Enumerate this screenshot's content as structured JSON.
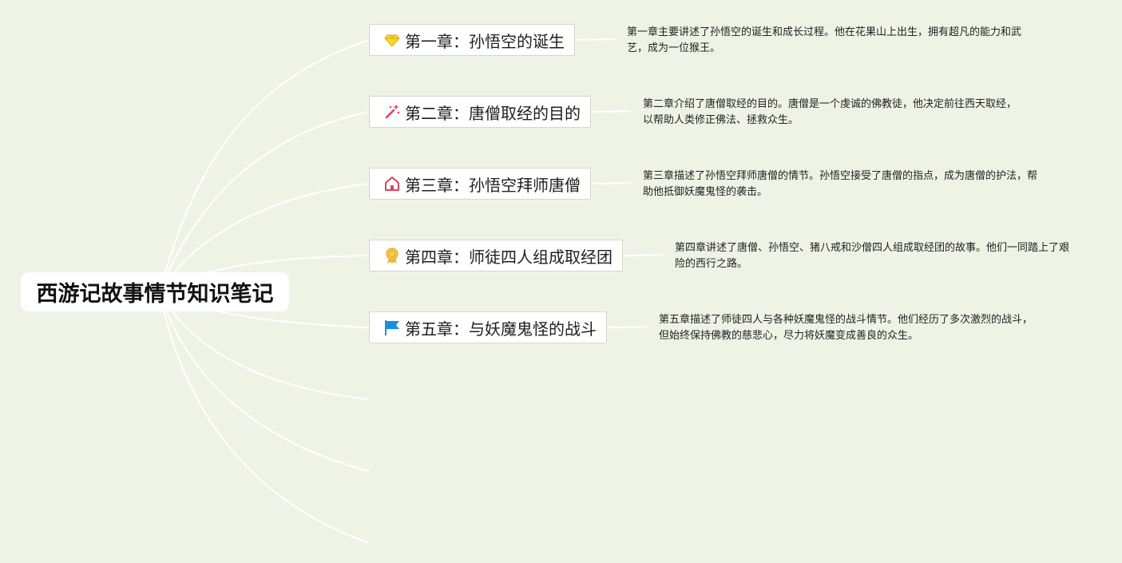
{
  "mindmap": {
    "root": "西游记故事情节知识笔记",
    "chapters": [
      {
        "title": "第一章：孙悟空的诞生",
        "icon": "diamond-icon",
        "note": "第一章主要讲述了孙悟空的诞生和成长过程。他在花果山上出生，拥有超凡的能力和武艺，成为一位猴王。"
      },
      {
        "title": "第二章：唐僧取经的目的",
        "icon": "magic-wand-icon",
        "note": "第二章介绍了唐僧取经的目的。唐僧是一个虔诚的佛教徒，他决定前往西天取经，以帮助人类修正佛法、拯救众生。"
      },
      {
        "title": "第三章：孙悟空拜师唐僧",
        "icon": "house-icon",
        "note": "第三章描述了孙悟空拜师唐僧的情节。孙悟空接受了唐僧的指点，成为唐僧的护法，帮助他抵御妖魔鬼怪的袭击。"
      },
      {
        "title": "第四章：师徒四人组成取经团",
        "icon": "medal-icon",
        "note": "第四章讲述了唐僧、孙悟空、猪八戒和沙僧四人组成取经团的故事。他们一同踏上了艰险的西行之路。"
      },
      {
        "title": "第五章：与妖魔鬼怪的战斗",
        "icon": "flag-icon",
        "note": "第五章描述了师徒四人与各种妖魔鬼怪的战斗情节。他们经历了多次激烈的战斗，但始终保持佛教的慈悲心，尽力将妖魔变成善良的众生。"
      }
    ]
  }
}
